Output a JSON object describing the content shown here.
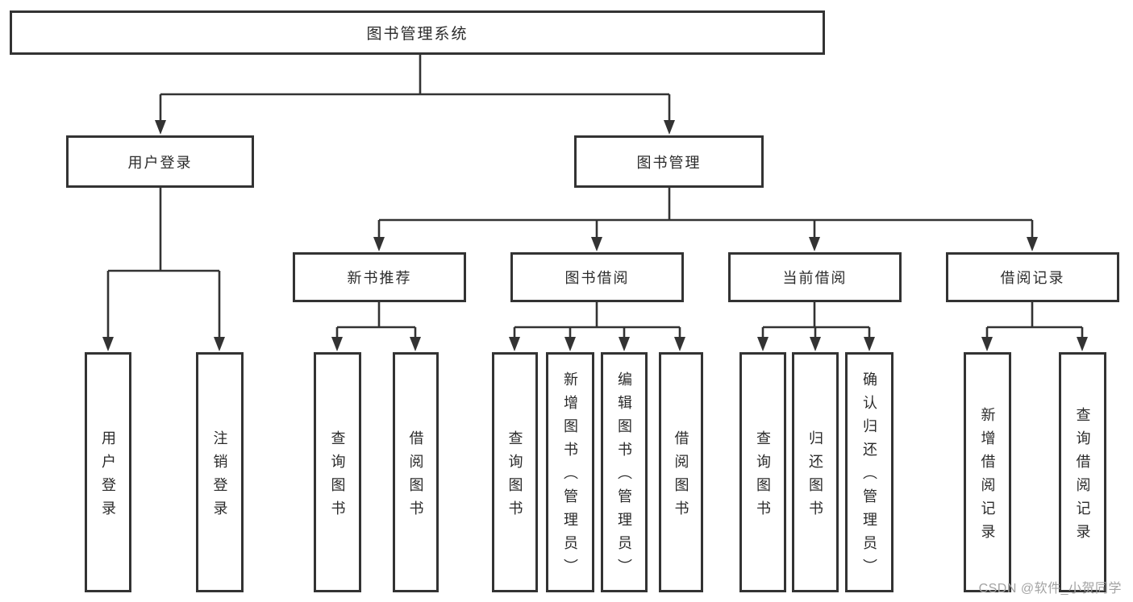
{
  "watermark": "CSDN @软件_小贺同学",
  "colors": {
    "line": "#333333",
    "box_border": "#333333",
    "text": "#2b2b2b",
    "watermark": "#a3a3a3",
    "background": "#ffffff"
  },
  "tree": {
    "root": {
      "label": "图书管理系统",
      "children": [
        {
          "label": "用户登录",
          "children": [
            {
              "label": "用户登录"
            },
            {
              "label": "注销登录"
            }
          ]
        },
        {
          "label": "图书管理",
          "children": [
            {
              "label": "新书推荐",
              "children": [
                {
                  "label": "查询图书"
                },
                {
                  "label": "借阅图书"
                }
              ]
            },
            {
              "label": "图书借阅",
              "children": [
                {
                  "label": "查询图书"
                },
                {
                  "label": "新增图书（管理员）"
                },
                {
                  "label": "编辑图书（管理员）"
                },
                {
                  "label": "借阅图书"
                }
              ]
            },
            {
              "label": "当前借阅",
              "children": [
                {
                  "label": "查询图书"
                },
                {
                  "label": "归还图书"
                },
                {
                  "label": "确认归还（管理员）"
                }
              ]
            },
            {
              "label": "借阅记录",
              "children": [
                {
                  "label": "新增借阅记录"
                },
                {
                  "label": "查询借阅记录"
                }
              ]
            }
          ]
        }
      ]
    }
  }
}
